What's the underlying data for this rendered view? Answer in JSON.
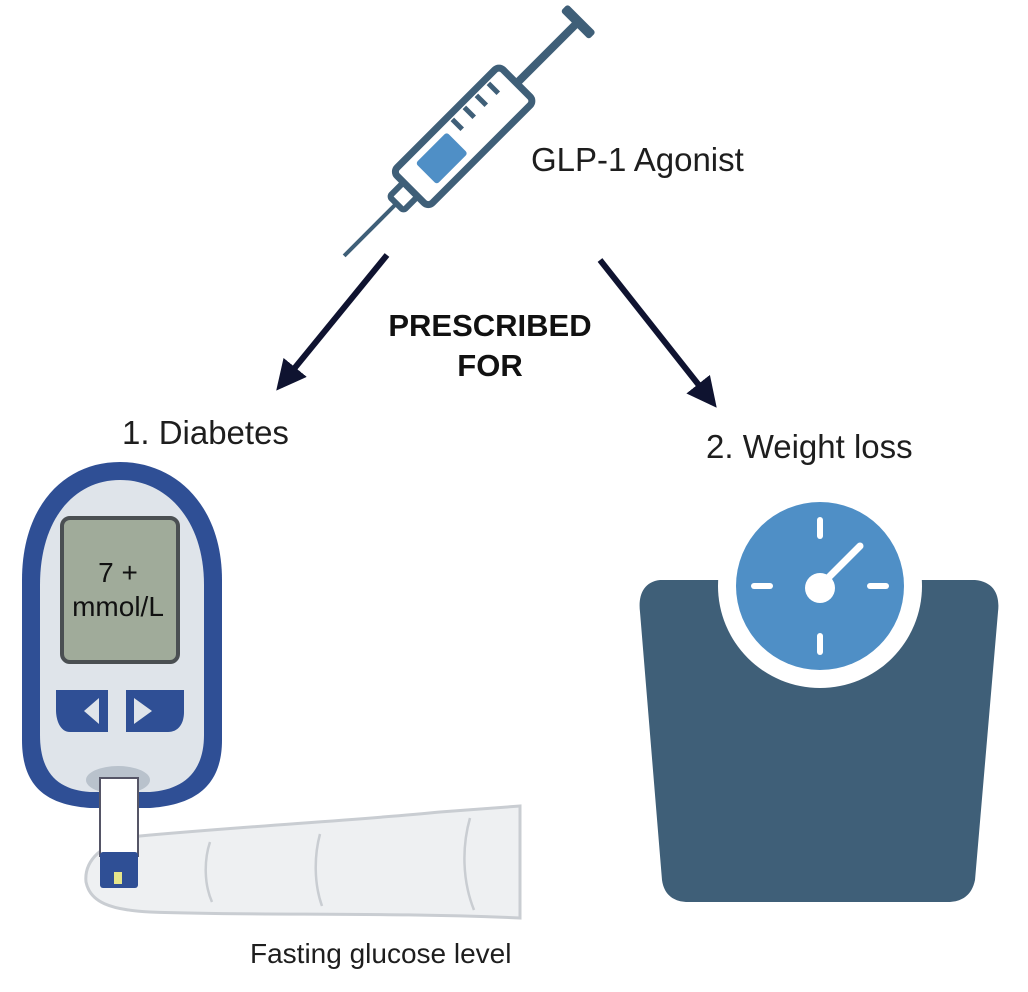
{
  "diagram": {
    "center_label": "GLP-1 Agonist",
    "relation_label_line1": "PRESCRIBED",
    "relation_label_line2": "FOR",
    "targets": [
      {
        "label": "1.  Diabetes",
        "icon": "glucose-meter-icon"
      },
      {
        "label": "2. Weight loss",
        "icon": "bathroom-scale-icon"
      }
    ],
    "meter_reading_line1": "7 +",
    "meter_reading_line2": "mmol/L",
    "caption": "Fasting glucose level"
  },
  "colors": {
    "syringe": "#3f5f78",
    "syringe_fluid": "#4f8fc6",
    "arrow": "#0f1330",
    "meter_body": "#2f4f95",
    "meter_screen": "#a0ab9a",
    "scale_body": "#3f5f78",
    "scale_dial": "#4f8fc6"
  }
}
